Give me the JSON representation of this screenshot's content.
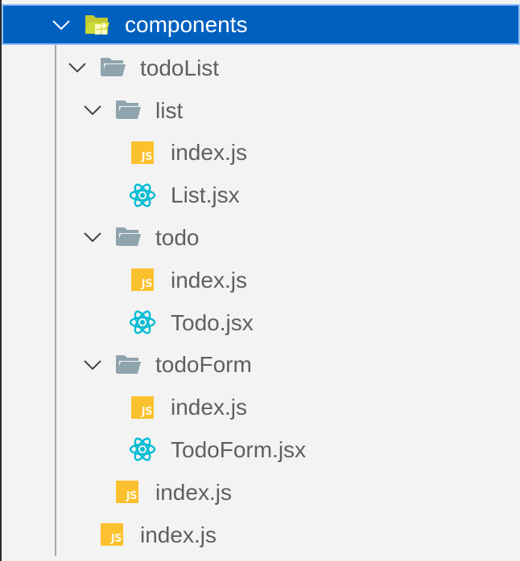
{
  "colors": {
    "background": "#f3f3f3",
    "selection": "#0060c0",
    "selection_outline": "#90c2f7",
    "text": "#5f5f5f",
    "folder_gray": "#90a4ae",
    "components_folder": "#c0ca33",
    "js_yellow": "#fbc02d",
    "react_cyan": "#00bcd4"
  },
  "tree": {
    "items": [
      {
        "label": "components",
        "type": "folder-components",
        "expanded": true,
        "depth": 0,
        "selected": true
      },
      {
        "label": "todoList",
        "type": "folder",
        "expanded": true,
        "depth": 1
      },
      {
        "label": "list",
        "type": "folder",
        "expanded": true,
        "depth": 2
      },
      {
        "label": "index.js",
        "type": "js",
        "depth": 3
      },
      {
        "label": "List.jsx",
        "type": "jsx",
        "depth": 3
      },
      {
        "label": "todo",
        "type": "folder",
        "expanded": true,
        "depth": 2
      },
      {
        "label": "index.js",
        "type": "js",
        "depth": 3
      },
      {
        "label": "Todo.jsx",
        "type": "jsx",
        "depth": 3
      },
      {
        "label": "todoForm",
        "type": "folder",
        "expanded": true,
        "depth": 2
      },
      {
        "label": "index.js",
        "type": "js",
        "depth": 3
      },
      {
        "label": "TodoForm.jsx",
        "type": "jsx",
        "depth": 3
      },
      {
        "label": "index.js",
        "type": "js",
        "depth": 2
      },
      {
        "label": "index.js",
        "type": "js",
        "depth": 1
      }
    ],
    "js_badge_text": "JS"
  }
}
